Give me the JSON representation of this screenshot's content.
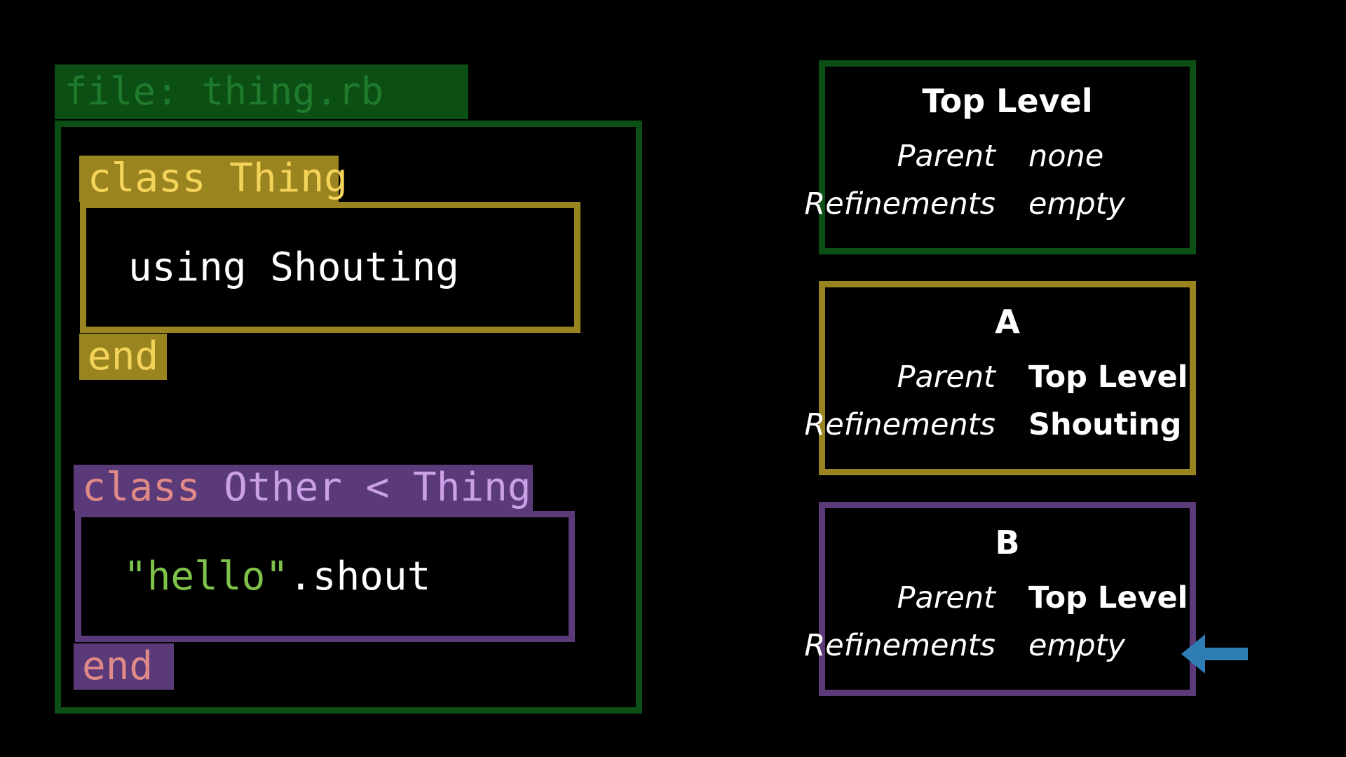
{
  "file_tab": {
    "label": "file: thing.rb"
  },
  "code": {
    "class_thing": {
      "keyword": "class",
      "name": "Thing"
    },
    "using_line": "using Shouting",
    "end_1": "end",
    "class_other": {
      "keyword": "class",
      "name": "Other",
      "op": "<",
      "parent": "Thing"
    },
    "hello_call": {
      "string": "\"hello\"",
      "method": ".shout"
    },
    "end_2": "end"
  },
  "scopes": [
    {
      "title": "Top Level",
      "parent_label": "Parent",
      "parent_value": "none",
      "refinements_label": "Refinements",
      "refinements_value": "empty"
    },
    {
      "title": "A",
      "parent_label": "Parent",
      "parent_value": "Top Level",
      "refinements_label": "Refinements",
      "refinements_value": "Shouting"
    },
    {
      "title": "B",
      "parent_label": "Parent",
      "parent_value": "Top Level",
      "refinements_label": "Refinements",
      "refinements_value": "empty"
    }
  ],
  "colors": {
    "background": "#000000",
    "file_scope": "#0c4f15",
    "class_thing_scope": "#9a8420",
    "class_other_scope": "#5b3a7a",
    "pointer_arrow": "#2f7db5"
  },
  "pointer": {
    "icon": "arrow-left-icon",
    "target": "B refinements"
  }
}
